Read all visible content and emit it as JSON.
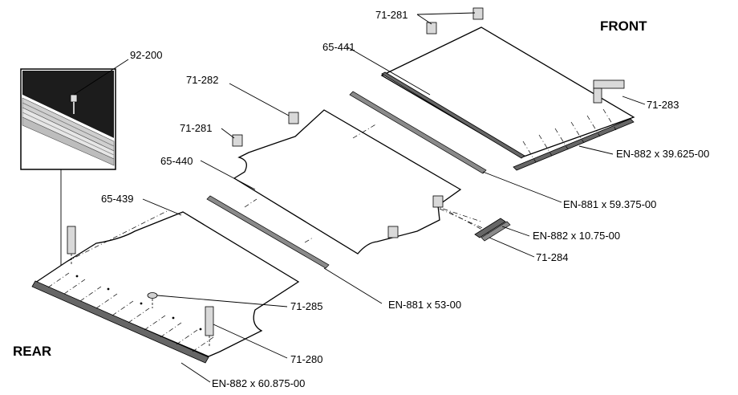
{
  "orientation": {
    "front": "FRONT",
    "rear": "REAR"
  },
  "parts": {
    "p92_200": "92-200",
    "p71_281_top": "71-281",
    "p65_441": "65-441",
    "p71_282": "71-282",
    "p71_281_mid": "71-281",
    "p71_283": "71-283",
    "p65_440": "65-440",
    "p65_439": "65-439",
    "en882_39": "EN-882 x 39.625-00",
    "en881_59": "EN-881 x 59.375-00",
    "en882_10": "EN-882 x 10.75-00",
    "p71_284": "71-284",
    "p71_285": "71-285",
    "en881_53": "EN-881 x 53-00",
    "p71_280": "71-280",
    "en882_60": "EN-882 x 60.875-00"
  }
}
